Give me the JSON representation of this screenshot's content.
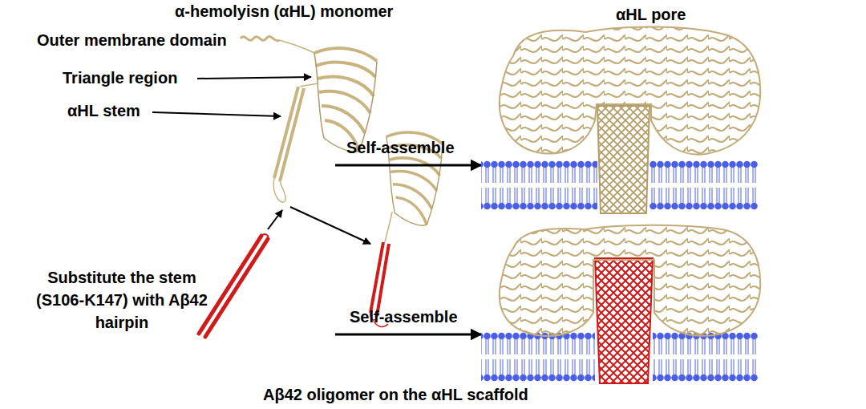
{
  "diagram": {
    "labels": [
      "α-hemolyisn (αHL) monomer",
      "αHL pore",
      "Outer membrane domain",
      "Triangle region",
      "αHL stem",
      "Self-assemble",
      "Substitute the stem (S106-K147) with Aβ42 hairpin",
      "Self-assemble",
      "Aβ42 oligomer on the αHL scaffold"
    ]
  }
}
